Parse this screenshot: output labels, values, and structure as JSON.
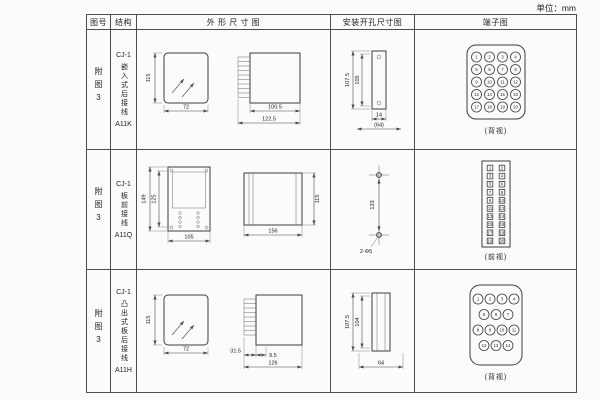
{
  "unit_label": "单位：mm",
  "headers": {
    "fig_no": "图号",
    "structure": "结构",
    "outline": "外 形 尺 寸 图",
    "mounting": "安装开孔尺寸图",
    "terminal": "端子图"
  },
  "rows": [
    {
      "fig_no": "附图3",
      "model": "CJ-1",
      "structure_name": "嵌入式后接线",
      "code": "A11K",
      "outline": {
        "d1": "115",
        "d2": "72",
        "d3": "100.5",
        "d4": "122.5"
      },
      "mounting": {
        "d1": "107.5",
        "d2": "105",
        "d3": "14",
        "d4": "(64)"
      },
      "terminal": {
        "view": "(背视)",
        "numbers": [
          "1",
          "2",
          "3",
          "4",
          "5",
          "6",
          "7",
          "8",
          "9",
          "10",
          "11",
          "12",
          "13",
          "14",
          "15",
          "16",
          "17",
          "18",
          "19",
          "20"
        ]
      }
    },
    {
      "fig_no": "附图3",
      "model": "CJ-1",
      "structure_name": "板前接线",
      "code": "A11Q",
      "outline": {
        "d1": "149",
        "d2": "125",
        "d3": "105",
        "d4": "156",
        "d5": "115"
      },
      "mounting": {
        "d1": "133",
        "d2": "2-Φ5"
      },
      "terminal": {
        "view": "(前视)",
        "numbers": [
          "1",
          "2",
          "3",
          "4",
          "5",
          "6",
          "7",
          "8",
          "9",
          "10",
          "11",
          "12",
          "13",
          "14",
          "15",
          "16",
          "17",
          "18",
          "19",
          "20"
        ]
      }
    },
    {
      "fig_no": "附图3",
      "model": "CJ-1",
      "structure_name": "凸出式板后接线",
      "code": "A11H",
      "outline": {
        "d1": "115",
        "d2": "72",
        "d3": "31.5",
        "d4": "9.5",
        "d5": "126"
      },
      "mounting": {
        "d1": "107.5",
        "d2": "104",
        "d3": "64"
      },
      "terminal": {
        "view": "(背视)",
        "numbers": [
          "1",
          "2",
          "3",
          "4",
          "5",
          "6",
          "7",
          "8",
          "9",
          "10",
          "11",
          "12",
          "13",
          "14"
        ]
      }
    }
  ]
}
